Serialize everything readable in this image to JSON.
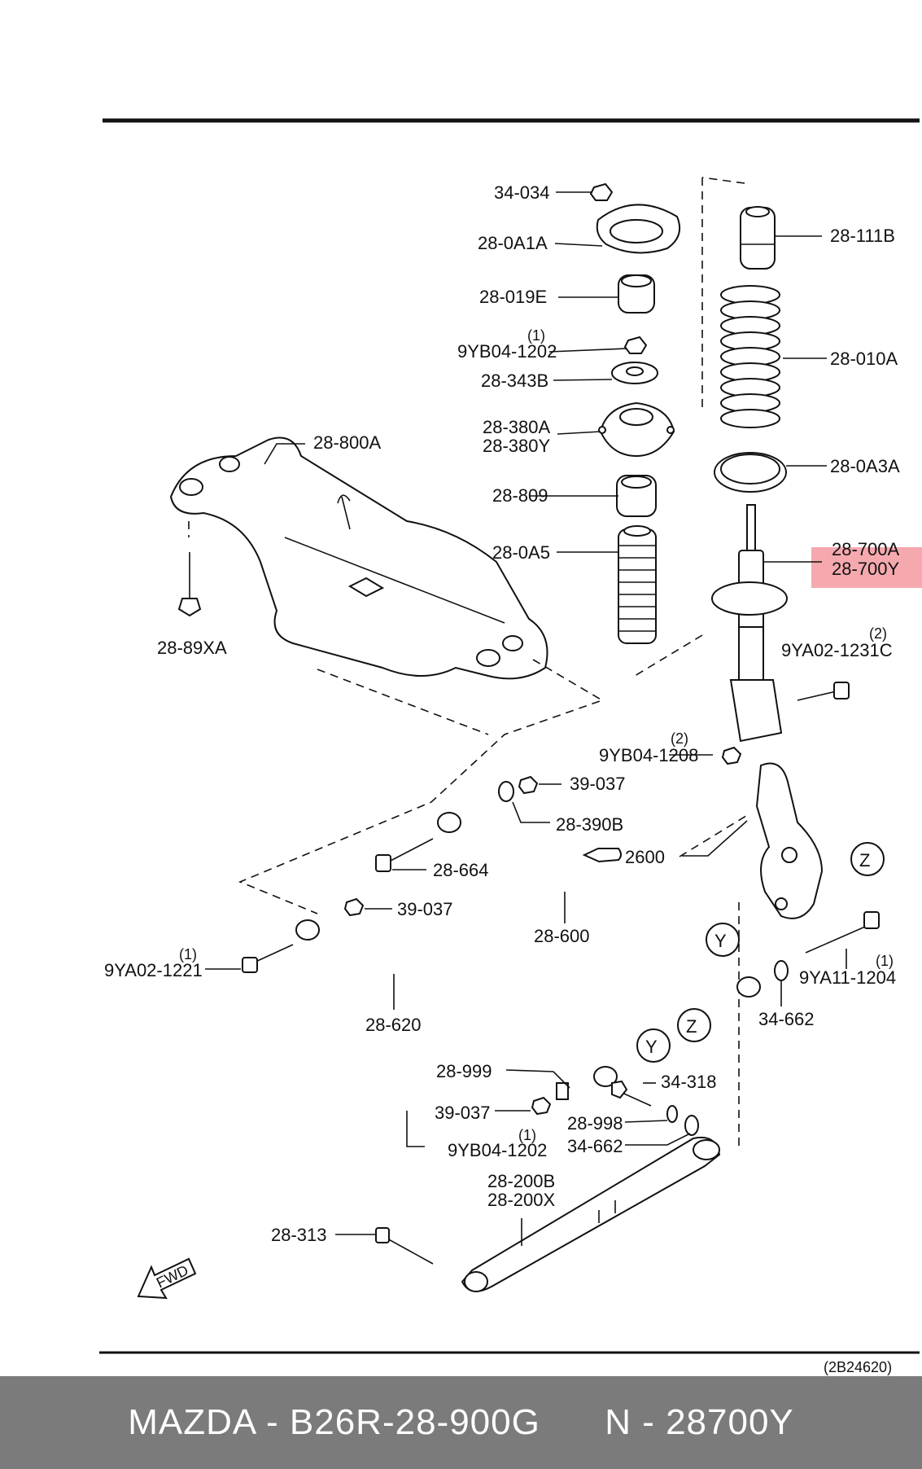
{
  "diagram_ref": "(2B24620)",
  "fwd": "FWD",
  "labels": {
    "p34034": "34-034",
    "p280A1A": "28-0A1A",
    "p28019E": "28-019E",
    "p9YB041202_q": "(1)",
    "p9YB041202": "9YB04-1202",
    "p28343B": "28-343B",
    "p28380A": "28-380A",
    "p28380Y": "28-380Y",
    "p28809": "28-809",
    "p280A5": "28-0A5",
    "p28111B": "28-111B",
    "p28010A": "28-010A",
    "p280A3A": "28-0A3A",
    "p28700A": "28-700A",
    "p28700Y": "28-700Y",
    "p9YA021231C_q": "(2)",
    "p9YA021231C": "9YA02-1231C",
    "p9YB041208_q": "(2)",
    "p9YB041208": "9YB04-1208",
    "p28800A": "28-800A",
    "p2889XA": "28-89XA",
    "p39037a": "39-037",
    "p28390B": "28-390B",
    "p2600": "2600",
    "p28664": "28-664",
    "p39037b": "39-037",
    "p28600": "28-600",
    "p9YA021221_q": "(1)",
    "p9YA021221": "9YA02-1221",
    "p28620": "28-620",
    "p9YA111204_q": "(1)",
    "p9YA111204": "9YA11-1204",
    "p34662a": "34-662",
    "p28999": "28-999",
    "p34318": "34-318",
    "p39037c": "39-037",
    "p28998": "28-998",
    "p34662b": "34-662",
    "p9YB041202b_q": "(1)",
    "p9YB041202b": "9YB04-1202",
    "p28200B": "28-200B",
    "p28200X": "28-200X",
    "p28313": "28-313",
    "markZ1": "Z",
    "markY1": "Y",
    "markZ2": "Z",
    "markY2": "Y"
  },
  "footer": {
    "brand_part": "MAZDA - B26R-28-900G",
    "number": "N - 28700Y"
  },
  "highlight_color": "#f39aa0"
}
